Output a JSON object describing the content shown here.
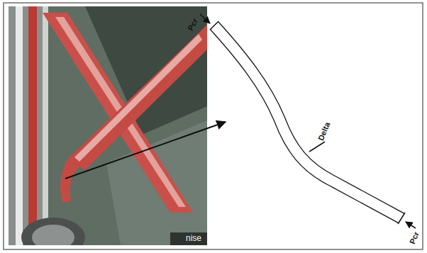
{
  "diagram": {
    "labels": [
      "Pcr",
      "Delta",
      "Pcr",
      "nise"
    ]
  }
}
